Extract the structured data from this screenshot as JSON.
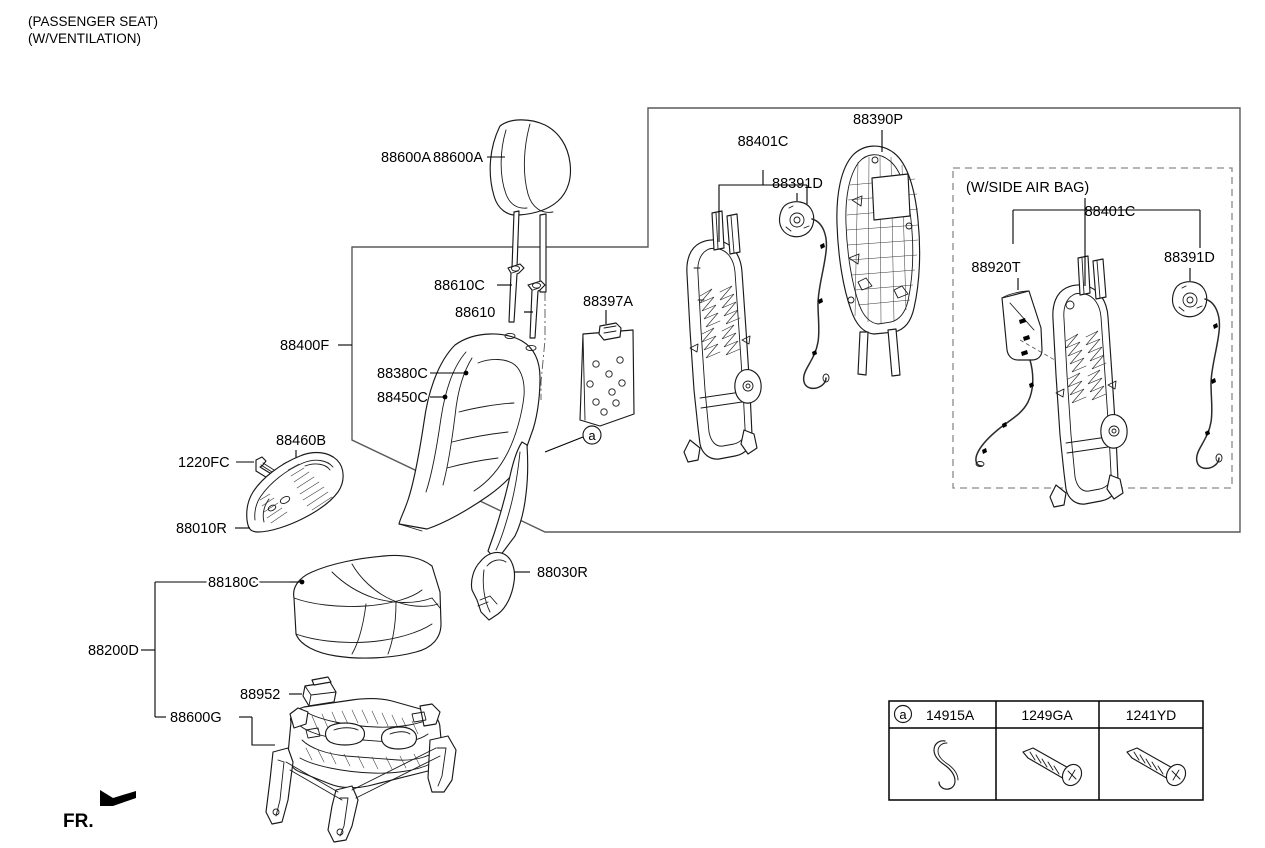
{
  "diagram": {
    "title_line1": "(PASSENGER SEAT)",
    "title_line2": "(W/VENTILATION)",
    "orientation_label": "FR.",
    "sub_enclosure_label": "(W/SIDE AIR BAG)"
  },
  "callouts": {
    "headrest": "88600A",
    "guide_bolt_c": "88610C",
    "guide_bolt": "88610",
    "back_assembly": "88400F",
    "back_cover": "88380C",
    "back_pad": "88450C",
    "back_board": "88397A",
    "back_frame": "88401C",
    "recliner_motor": "88391D",
    "back_panel": "88390P",
    "side_airbag_module": "88920T",
    "sab_back_frame": "88401C",
    "sab_recliner_motor": "88391D",
    "recliner_knob": "88460B",
    "knob_screw": "1220FC",
    "shield_outer": "88010R",
    "cushion_cover": "88180C",
    "cushion_assembly": "88200D",
    "blower_unit": "88952",
    "cushion_frame": "88600G",
    "inner_shield": "88030R"
  },
  "marker": {
    "a": "a"
  },
  "legend": {
    "columns": [
      {
        "marker": "a",
        "part_no": "14915A",
        "icon": "hook-clip-icon"
      },
      {
        "marker": "",
        "part_no": "1249GA",
        "icon": "screw-icon"
      },
      {
        "marker": "",
        "part_no": "1241YD",
        "icon": "screw-icon"
      }
    ]
  }
}
